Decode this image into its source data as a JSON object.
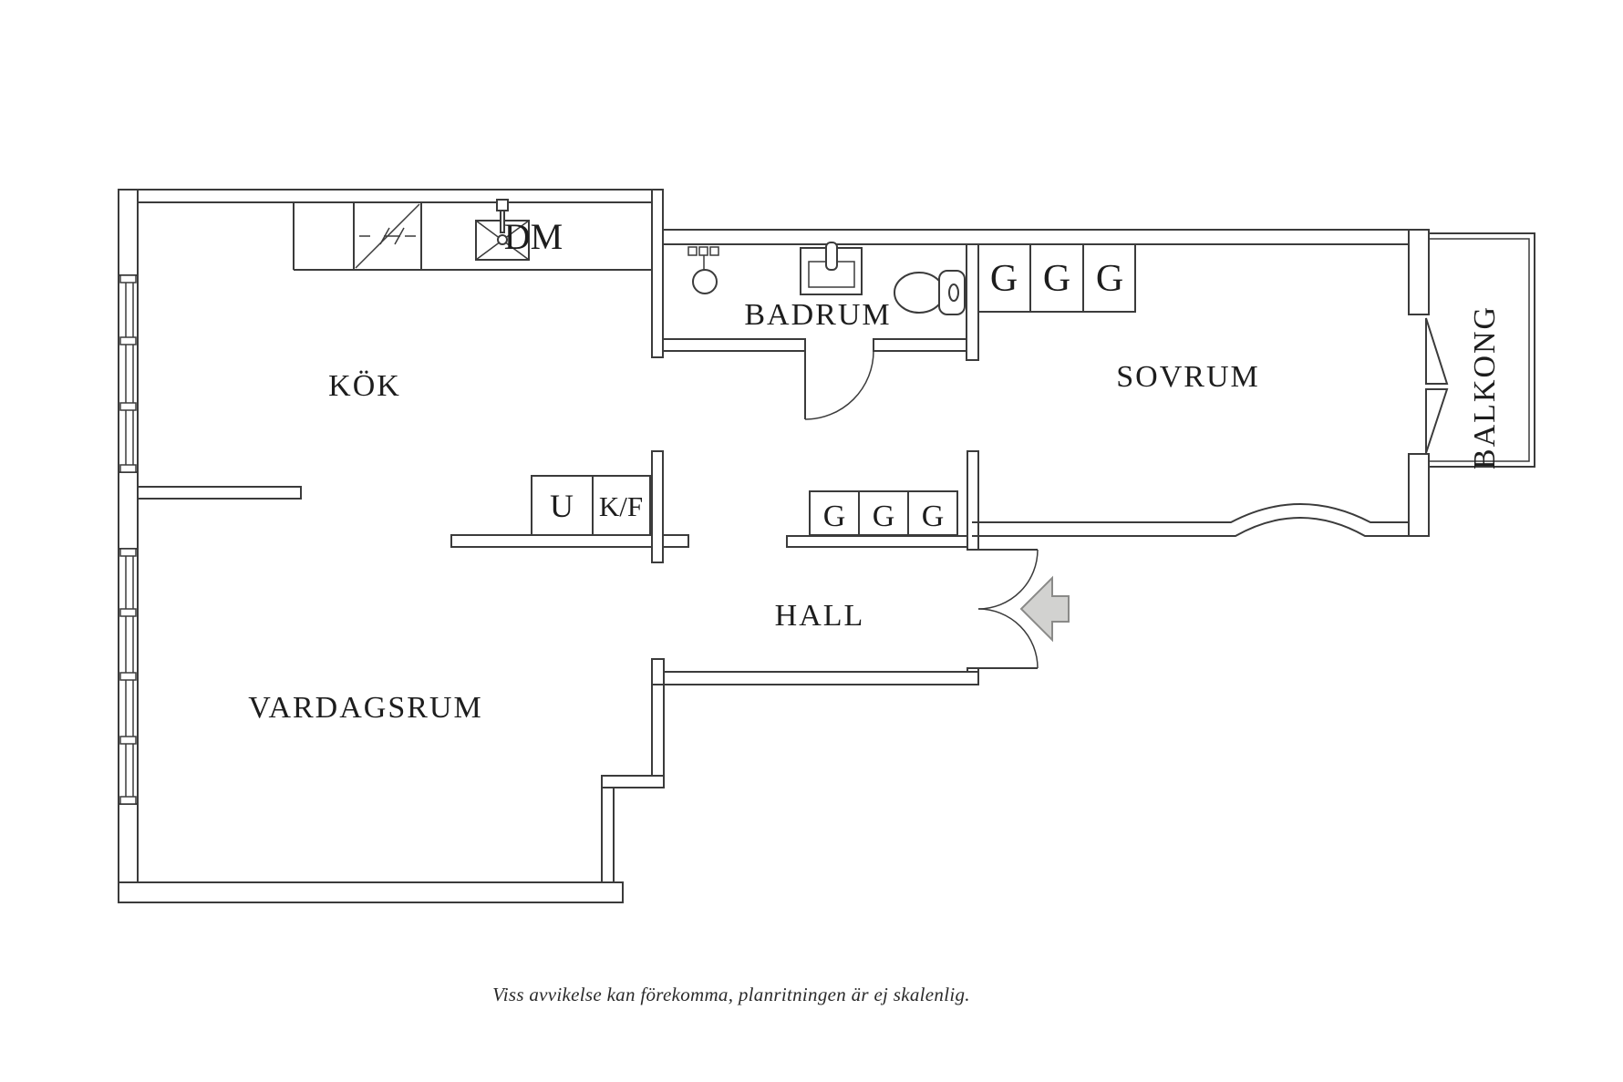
{
  "plan": {
    "line_color": "#3b3b3b",
    "rooms": {
      "kok": "KÖK",
      "badrum": "BADRUM",
      "sovrum": "SOVRUM",
      "hall": "HALL",
      "vardagsrum": "VARDAGSRUM",
      "balkong": "BALKONG"
    },
    "appliances": {
      "dishwasher": "DM",
      "oven": "U",
      "fridge_freezer": "K/F"
    },
    "wardrobes": {
      "sovrum": [
        "G",
        "G",
        "G"
      ],
      "hall": [
        "G",
        "G",
        "G"
      ]
    },
    "entry_arrow": {
      "fill": "#d2d2d0",
      "stroke": "#8a8a88"
    },
    "footer": "Viss avvikelse kan förekomma, planritningen är ej skalenlig."
  }
}
